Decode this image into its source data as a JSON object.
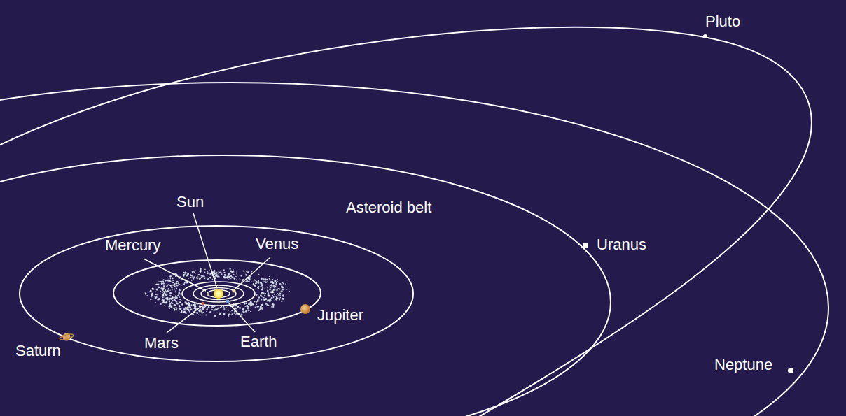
{
  "diagram": {
    "labels": [
      "Pluto",
      "Sun",
      "Asteroid belt",
      "Mercury",
      "Venus",
      "Uranus",
      "Jupiter",
      "Saturn",
      "Mars",
      "Earth",
      "Neptune"
    ]
  }
}
